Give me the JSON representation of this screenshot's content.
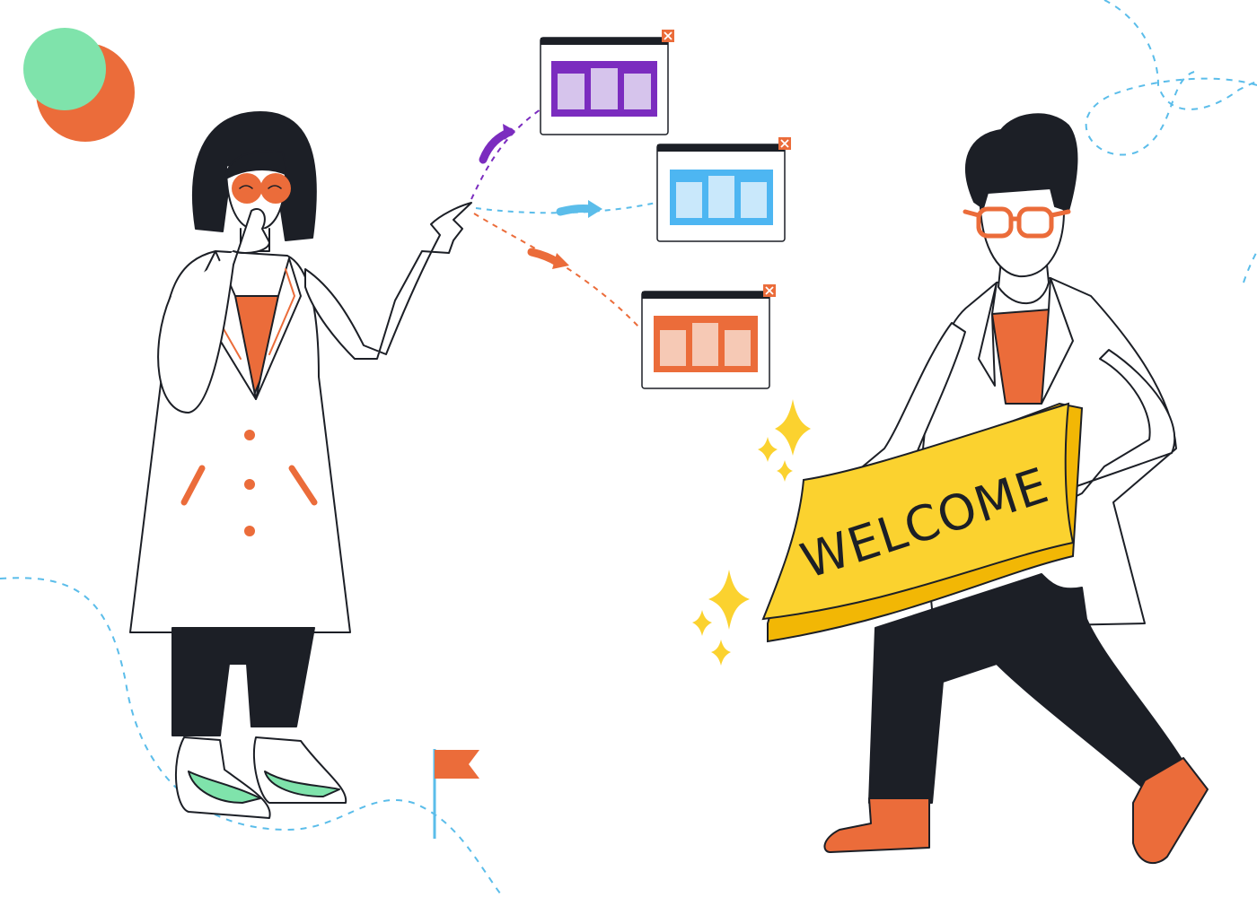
{
  "scene": {
    "sign": {
      "text": "WELCOME"
    },
    "windows": [
      {
        "name": "purple-window",
        "accent": "#7b2cbf",
        "light": "#d6c4ec"
      },
      {
        "name": "blue-window",
        "accent": "#4db6f2",
        "light": "#c9e8fb"
      },
      {
        "name": "orange-window",
        "accent": "#eb6c3a",
        "light": "#f6c9b5"
      }
    ],
    "icons": {
      "close": "close-icon",
      "flag": "flag-icon",
      "sparkle": "sparkle-icon"
    }
  },
  "colors": {
    "outline": "#1c1f26",
    "orange": "#eb6c3a",
    "green": "#7fe3ab",
    "yellow": "#fbd22f",
    "yellow_dark": "#f2b705",
    "blue_dashed": "#5bbdea",
    "purple": "#7b2cbf",
    "white": "#ffffff"
  }
}
